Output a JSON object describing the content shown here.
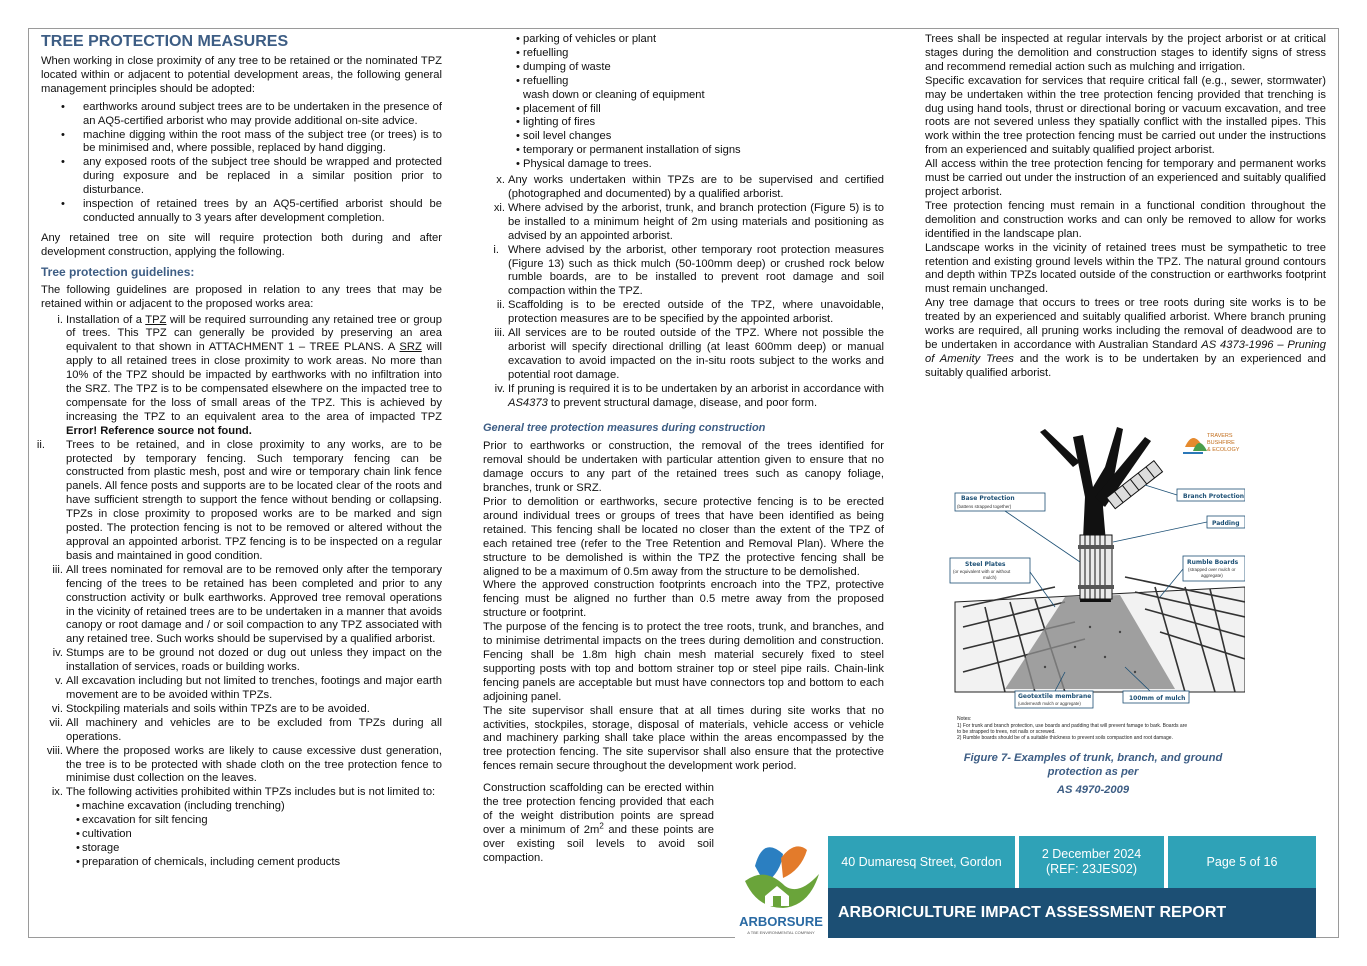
{
  "heading": "TREE PROTECTION MEASURES",
  "intro": "When working in close proximity of any tree to be retained or the nominated TPZ located within or adjacent to potential development areas, the following general management principles should be adopted:",
  "principles": [
    "earthworks around subject trees are to be undertaken in the presence of an AQ5-certified arborist who may provide additional on-site advice.",
    "machine digging within the root mass of the subject tree (or trees) is to be minimised and, where possible, replaced by hand digging.",
    "any exposed roots of the subject tree should be wrapped and protected during exposure and be replaced in a similar position prior to disturbance.",
    "inspection of retained trees by an AQ5-certified arborist should be conducted annually to 3 years after development completion."
  ],
  "retained_para": "Any retained tree on site will require protection both during and after development construction, applying the following.",
  "guidelines_heading": "Tree protection guidelines:",
  "guidelines_intro": "The following guidelines are proposed in relation to any trees that may be retained within or adjacent to the proposed works area:",
  "g1": {
    "num": "i.",
    "a": "Installation of a ",
    "tpz": "TPZ",
    "b": " will be required surrounding any retained tree or group of trees. This TPZ can generally be provided by preserving an area equivalent to that shown in ATTACHMENT 1 – TREE PLANS. A ",
    "srz": "SRZ",
    "c": " will apply to all retained trees in close proximity to work areas. No more than 10% of the TPZ should be impacted by earthworks with no infiltration into the SRZ. The TPZ is to be compensated elsewhere on the impacted tree to compensate for the loss of small areas of the TPZ. This is achieved by increasing the TPZ to an equivalent area to the area of impacted TPZ ",
    "error": "Error! Reference source not found."
  },
  "guidelines": [
    {
      "num": "ii.",
      "text": "Trees to be retained, and in close proximity to any works, are to be protected by temporary fencing. Such temporary fencing can be constructed from plastic mesh, post and wire or temporary chain link fence panels. All fence posts and supports are to be located clear of the roots and have sufficient strength to support the fence without bending or collapsing. TPZs in close proximity to proposed works are to be marked and sign posted. The protection fencing is not to be removed or altered without the approval an appointed arborist. TPZ fencing is to be inspected on a regular basis and maintained in good condition."
    },
    {
      "num": "iii.",
      "text": "All trees nominated for removal are to be removed only after the temporary fencing of the trees to be retained has been completed and prior to any construction activity or bulk earthworks. Approved tree removal operations in the vicinity of retained trees are to be undertaken in a manner that avoids canopy or root damage and / or soil compaction to any TPZ associated with any retained tree. Such works should be supervised by a qualified arborist."
    },
    {
      "num": "iv.",
      "text": "Stumps are to be ground not dozed or dug out unless they impact on the installation of services, roads or building works."
    },
    {
      "num": "v.",
      "text": "All excavation including but not limited to trenches, footings and major earth movement are to be avoided within TPZs."
    },
    {
      "num": "vi.",
      "text": "Stockpiling materials and soils within TPZs are to be avoided."
    },
    {
      "num": "vii.",
      "text": "All machinery and vehicles are to be excluded from TPZs during all operations."
    },
    {
      "num": "viii.",
      "text": "Where the proposed works are likely to cause excessive dust generation, the tree is to be protected with shade cloth on the tree protection fence to minimise dust collection on the leaves."
    },
    {
      "num": "ix.",
      "text": "The following activities prohibited within TPZs includes but is not limited to:"
    }
  ],
  "prohibited_col1": [
    "machine excavation (including trenching)",
    "excavation for silt fencing",
    "cultivation",
    "storage",
    "preparation of chemicals, including cement products"
  ],
  "prohibited_col2": [
    "parking of vehicles or plant",
    "refuelling",
    "dumping of waste",
    "refuelling"
  ],
  "wash_down": "wash down or cleaning of equipment",
  "prohibited_col2b": [
    "placement of fill",
    "lighting of fires",
    "soil level changes",
    "temporary or permanent installation of signs",
    "Physical damage to trees."
  ],
  "guidelines_b": [
    {
      "num": "x.",
      "text": "Any works undertaken within TPZs are to be supervised and certified (photographed and documented) by a qualified arborist."
    },
    {
      "num": "xi.",
      "text": "Where advised by the arborist, trunk, and branch protection (Figure 5) is to be installed to a minimum height of 2m using materials and positioning as advised by an appointed arborist."
    },
    {
      "num": "i.",
      "text": " Where advised by the arborist, other temporary root protection measures (Figure 13) such as thick mulch (50-100mm deep) or crushed rock below rumble boards, are to be installed to prevent root damage and soil compaction within the TPZ."
    },
    {
      "num": "ii.",
      "text": "Scaffolding is to be erected outside of the TPZ, where unavoidable, protection measures are to be specified by the appointed arborist."
    },
    {
      "num": "iii.",
      "text": "All services are to be routed outside of the TPZ. Where not possible the arborist will specify directional drilling (at least 600mm deep) or manual excavation to avoid impacted on the in-situ roots subject to the works and potential root damage."
    }
  ],
  "g_iv": {
    "num": "iv.",
    "a": "If pruning is required it is to be undertaken by an arborist in accordance with ",
    "std": "AS4373",
    "b": " to prevent structural damage, disease, and poor form."
  },
  "general_heading": "General tree protection measures during construction",
  "general_paras": [
    "Prior to earthworks or construction, the removal of the trees identified for removal should be undertaken with particular attention given to ensure that no damage occurs to any part of the retained trees such as canopy foliage, branches, trunk or SRZ.",
    "Prior to demolition or earthworks, secure protective fencing is to be erected around individual trees or groups of trees that have been identified as being retained. This fencing shall be located no closer than the extent of the TPZ of each retained tree (refer to the Tree Retention and Removal Plan). Where the structure to be demolished is within the TPZ the protective fencing shall be aligned to be a maximum of 0.5m away from the structure to be demolished.",
    "Where the approved construction footprints encroach into the TPZ, protective fencing must be aligned no further than 0.5 metre away from the proposed structure or footprint.",
    " The purpose of the fencing is to protect the tree roots, trunk, and branches, and to minimise detrimental impacts on the trees during demolition and construction. Fencing shall be 1.8m high chain mesh material securely fixed to steel supporting posts with top and bottom strainer top or steel pipe rails. Chain-link fencing panels are acceptable but must have connectors top and bottom to each adjoining panel.",
    "The site supervisor shall ensure that at all times during site works that no activities, stockpiles, storage, disposal of materials, vehicle access or vehicle and machinery parking shall take place within the areas encompassed by the tree protection fencing. The site supervisor shall also ensure that the protective fences remain secure throughout the development work period."
  ],
  "scaffold": {
    "a": " Construction scaffolding can be erected within the tree protection fencing provided that each of the weight distribution points are spread over a minimum of 2m",
    "sup": "2",
    "b": " and these points are over existing soil levels to avoid soil compaction."
  },
  "col3_paras": [
    "Trees shall be inspected at regular intervals by the project arborist or at critical stages during the demolition and construction stages to identify signs of stress and recommend remedial action such as mulching and irrigation.",
    "Specific excavation for services that require critical fall (e.g., sewer, stormwater) may be undertaken within the tree protection fencing provided that trenching is dug using hand tools, thrust or directional boring or vacuum excavation, and tree roots are not severed unless they spatially conflict with the installed pipes. This work within the tree protection fencing must be carried out under the instructions from an experienced and suitably qualified project arborist.",
    "All access within the tree protection fencing for temporary and permanent works must be carried out under the instruction of an experienced and suitably qualified project arborist.",
    "Tree protection fencing must remain in a functional condition throughout the demolition and construction works and can only be removed to allow for works identified in the landscape plan.",
    "Landscape works in the vicinity of retained trees must be sympathetic to tree retention and existing ground levels within the TPZ. The natural ground contours and depth within TPZs located outside of the construction or earthworks footprint must remain unchanged."
  ],
  "damage_para": {
    "a": "Any tree damage that occurs to trees or tree roots during site works is to be treated by an experienced and suitably qualified arborist. Where branch pruning works are required, all pruning works including the removal of deadwood are to be undertaken in accordance with Australian Standard ",
    "std": "AS 4373-1996 – Pruning of Amenity Trees",
    "b": " and the work is to be undertaken by an experienced and suitably qualified arborist."
  },
  "figure": {
    "logo_text": [
      "TRAVERS",
      "BUSHFIRE",
      "& ECOLOGY"
    ],
    "labels": {
      "base": "Base Protection",
      "base_sub": "(battens strapped together)",
      "branch": "Branch Protection",
      "padding": "Padding",
      "steel": "Steel Plates",
      "steel_sub1": "(or equivalent with or without",
      "steel_sub2": "mulch)",
      "rumble": "Rumble Boards",
      "rumble_sub1": "(strapped over mulch or",
      "rumble_sub2": "aggregate)",
      "geo": "Geotextile membrane",
      "geo_sub": "(underneath mulch or aggregate)",
      "mulch": "100mm of mulch"
    },
    "notes_title": "Notes:",
    "notes": [
      "1) For trunk and branch protection, use boards and padding that will prevent famage to bark. Boards are",
      "to be strapped to trees, not nails or screwed.",
      "2) Rumble boards should be of a suitable thickness to prevent soils compaction and root damage."
    ],
    "caption1": "Figure 7- Examples of trunk, branch, and ground",
    "caption2": "protection as per",
    "caption3": "AS 4970-2009"
  },
  "footer": {
    "address": "40 Dumaresq Street, Gordon",
    "date": "2 December 2024",
    "ref": "(REF: 23JES02)",
    "page": "Page 5  of 16",
    "report": "ARBORICULTURE IMPACT ASSESSMENT REPORT",
    "logo_name": "ARBORSURE",
    "logo_tag": "A TBE ENVIRONMENTAL COMPANY"
  },
  "colors": {
    "heading": "#3d5d84",
    "teal": "#2fa2b7",
    "navy": "#1c4f74"
  }
}
